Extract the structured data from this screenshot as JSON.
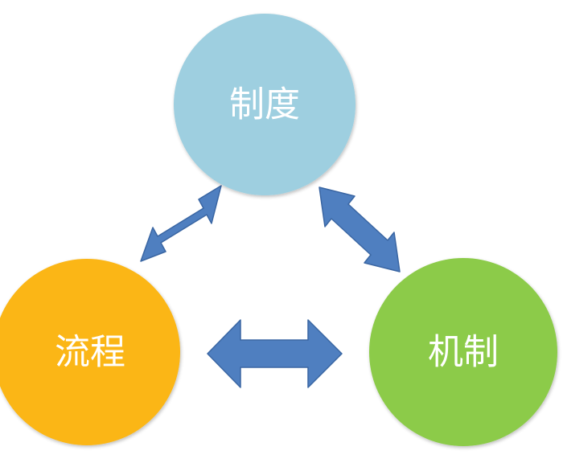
{
  "diagram": {
    "nodes": [
      {
        "id": "zhidu",
        "label": "制度",
        "color": "#9ecfe0"
      },
      {
        "id": "liucheng",
        "label": "流程",
        "color": "#fbb617"
      },
      {
        "id": "jizhi",
        "label": "机制",
        "color": "#8ccb4a"
      }
    ],
    "edges": [
      {
        "from": "zhidu",
        "to": "liucheng",
        "type": "bidirectional"
      },
      {
        "from": "zhidu",
        "to": "jizhi",
        "type": "bidirectional"
      },
      {
        "from": "liucheng",
        "to": "jizhi",
        "type": "bidirectional"
      }
    ],
    "arrow_color": "#4f7fc0",
    "arrow_stroke": "#3a66a3"
  }
}
